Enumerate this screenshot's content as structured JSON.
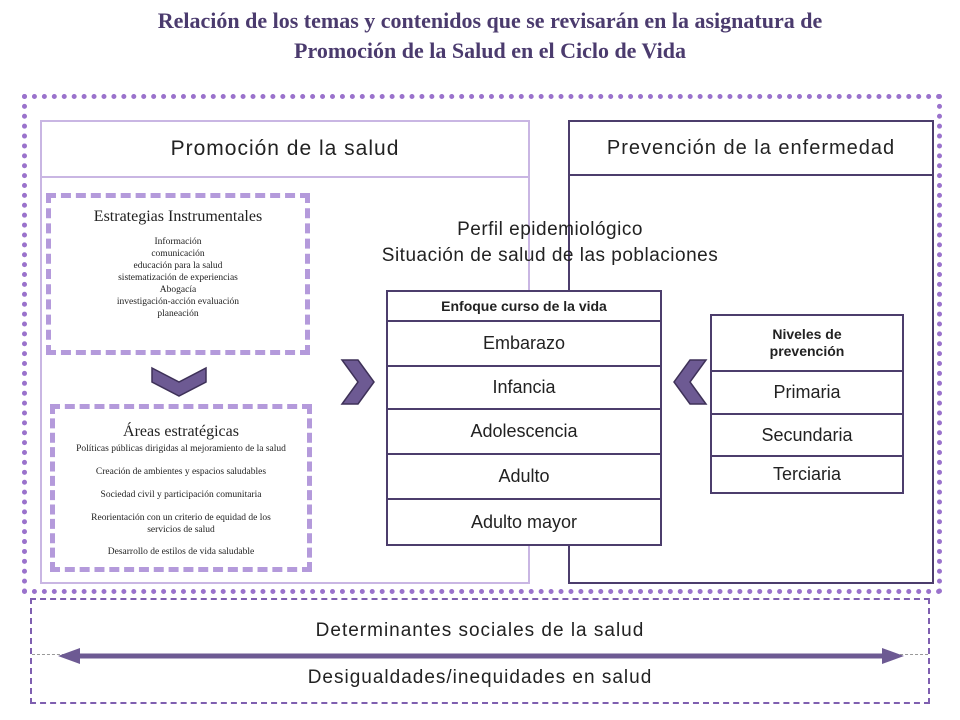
{
  "title": {
    "line1": "Relación de los temas y contenidos que se revisarán en la asignatura de",
    "line2": "Promoción de la Salud en el Ciclo de Vida"
  },
  "promocion": {
    "heading": "Promoción de la salud",
    "estrategias": {
      "title": "Estrategias Instrumentales",
      "items": [
        "Información",
        "comunicación",
        "educación para la salud",
        "sistematización de experiencias",
        "Abogacía",
        "investigación-acción evaluación",
        "planeación"
      ]
    },
    "areas": {
      "title": "Áreas estratégicas",
      "items": [
        "Políticas públicas dirigidas al mejoramiento de la salud",
        "Creación de ambientes y espacios saludables",
        "Sociedad civil y participación comunitaria",
        "Reorientación con un criterio de equidad de los servicios de salud",
        "Desarrollo de estilos de vida saludable"
      ]
    }
  },
  "prevencion": {
    "heading": "Prevención de la enfermedad"
  },
  "perfil": {
    "line1": "Perfil epidemiológico",
    "line2": "Situación de salud de las poblaciones"
  },
  "curso_vida": {
    "heading": "Enfoque curso de la vida",
    "stages": [
      "Embarazo",
      "Infancia",
      "Adolescencia",
      "Adulto",
      "Adulto mayor"
    ]
  },
  "niveles": {
    "heading": "Niveles de prevención",
    "items": [
      "Primaria",
      "Secundaria",
      "Terciaria"
    ]
  },
  "bottom": {
    "determinantes": "Determinantes sociales de la salud",
    "desigualdades": "Desigualdades/inequidades en salud"
  },
  "colors": {
    "accent": "#9a72cc",
    "dark": "#4c3d6c",
    "light": "#c9b6e3",
    "arrow_fill": "#6d5a93"
  }
}
